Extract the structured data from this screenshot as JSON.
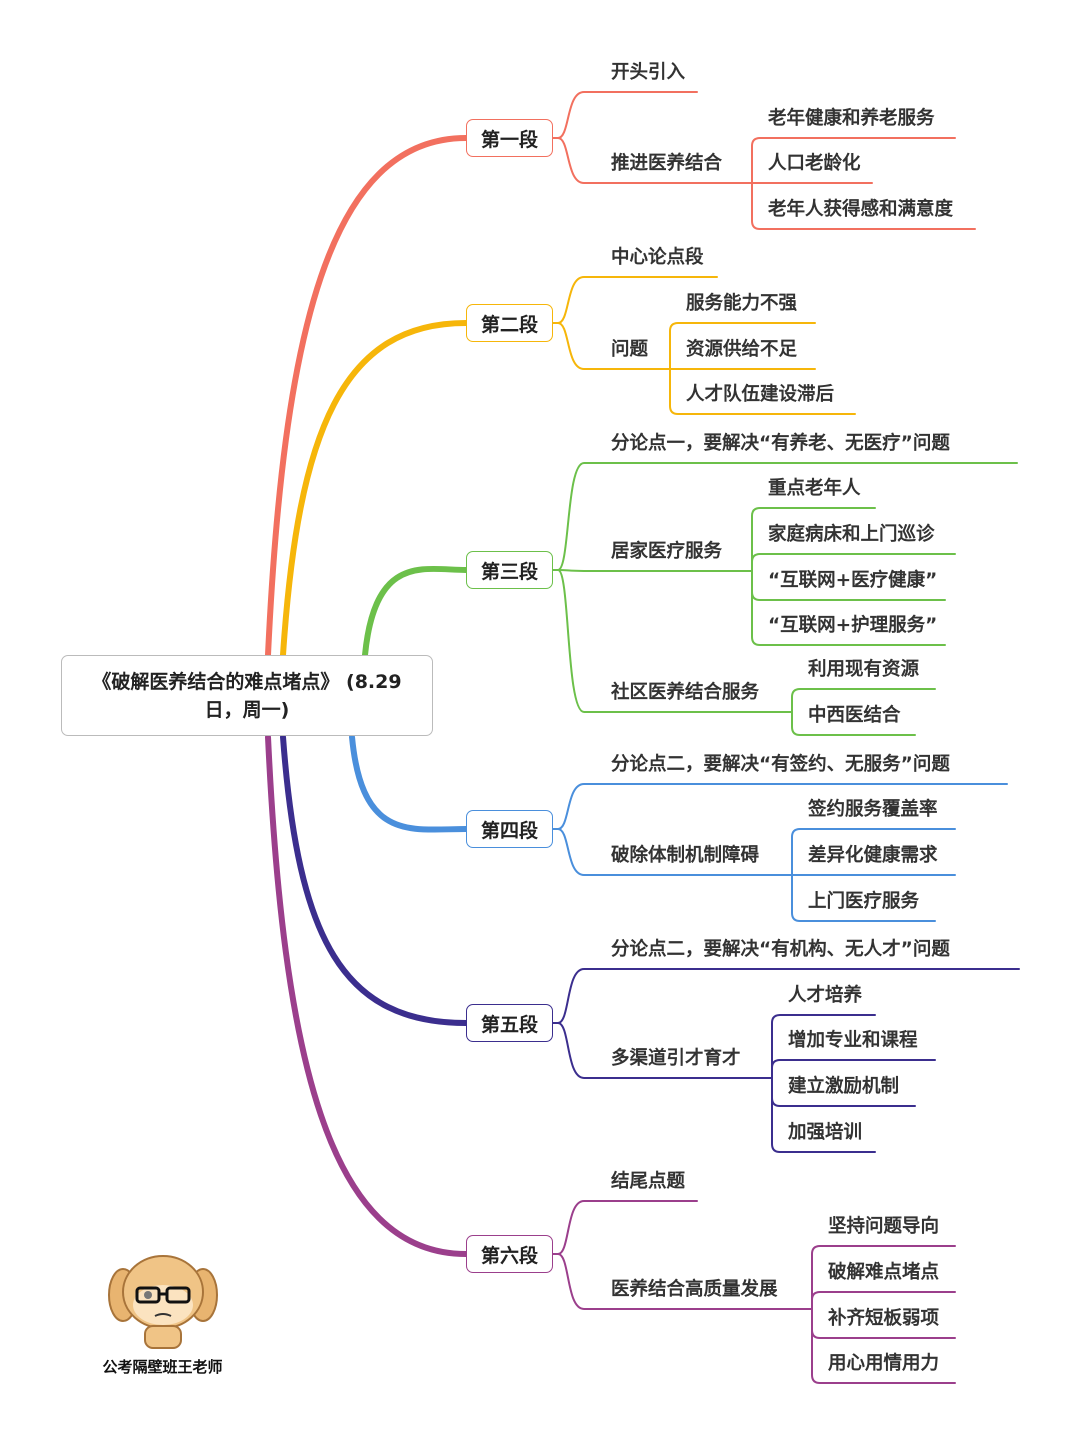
{
  "title": "《破解医养结合的难点堵点》（8.29日，周一）",
  "title_line1": "《破解医养结合的难点堵点》 (8.29",
  "title_line2": "日，周一)",
  "colors": [
    "#f2705f",
    "#f6b60a",
    "#6cc04a",
    "#4a8fdc",
    "#3b2e8e",
    "#9b3f8c"
  ],
  "sections": [
    {
      "label": "第一段",
      "children": [
        {
          "label": "开头引入",
          "children": []
        },
        {
          "label": "推进医养结合",
          "children": [
            {
              "label": "老年健康和养老服务"
            },
            {
              "label": "人口老龄化"
            },
            {
              "label": "老年人获得感和满意度"
            }
          ]
        }
      ]
    },
    {
      "label": "第二段",
      "children": [
        {
          "label": "中心论点段",
          "children": []
        },
        {
          "label": "问题",
          "children": [
            {
              "label": "服务能力不强"
            },
            {
              "label": "资源供给不足"
            },
            {
              "label": "人才队伍建设滞后"
            }
          ]
        }
      ]
    },
    {
      "label": "第三段",
      "children": [
        {
          "label": "分论点一，要解决“有养老、无医疗”问题",
          "children": []
        },
        {
          "label": "居家医疗服务",
          "children": [
            {
              "label": "重点老年人"
            },
            {
              "label": "家庭病床和上门巡诊"
            },
            {
              "label": "“互联网+医疗健康”"
            },
            {
              "label": "“互联网+护理服务”"
            }
          ]
        },
        {
          "label": "社区医养结合服务",
          "children": [
            {
              "label": "利用现有资源"
            },
            {
              "label": "中西医结合"
            }
          ]
        }
      ]
    },
    {
      "label": "第四段",
      "children": [
        {
          "label": "分论点二，要解决“有签约、无服务”问题",
          "children": []
        },
        {
          "label": "破除体制机制障碍",
          "children": [
            {
              "label": "签约服务覆盖率"
            },
            {
              "label": "差异化健康需求"
            },
            {
              "label": "上门医疗服务"
            }
          ]
        }
      ]
    },
    {
      "label": "第五段",
      "children": [
        {
          "label": "分论点二，要解决“有机构、无人才”问题",
          "children": []
        },
        {
          "label": "多渠道引才育才",
          "children": [
            {
              "label": "人才培养"
            },
            {
              "label": "增加专业和课程"
            },
            {
              "label": "建立激励机制"
            },
            {
              "label": "加强培训"
            }
          ]
        }
      ]
    },
    {
      "label": "第六段",
      "children": [
        {
          "label": "结尾点题",
          "children": []
        },
        {
          "label": "医养结合高质量发展",
          "children": [
            {
              "label": "坚持问题导向"
            },
            {
              "label": "破解难点堵点"
            },
            {
              "label": "补齐短板弱项"
            },
            {
              "label": "用心用情用力"
            }
          ]
        }
      ]
    }
  ],
  "watermark": "公考隔壁班王老师"
}
